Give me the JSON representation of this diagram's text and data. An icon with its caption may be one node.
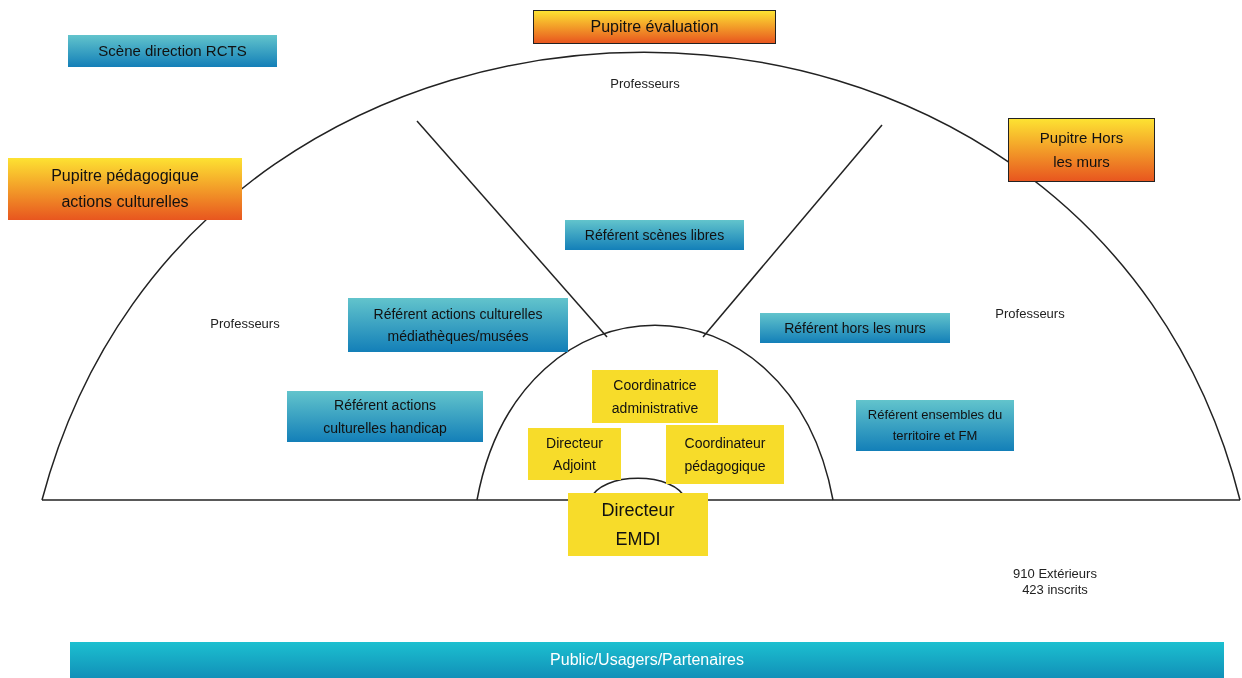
{
  "diagram": {
    "nodes": [
      {
        "text": [
          "Pupitre évaluation"
        ]
      },
      {
        "text": [
          "Scène direction RCTS"
        ]
      },
      {
        "text": [
          "Pupitre Hors les murs"
        ]
      },
      {
        "text": [
          "Pupitre pédagogique actions culturelles"
        ]
      },
      {
        "text": [
          "Référent scènes libres"
        ]
      },
      {
        "text": [
          "Référent actions culturelles médiathèques/musées"
        ]
      },
      {
        "text": [
          "Référent hors les murs"
        ]
      },
      {
        "text": [
          "Coordinatrice administrative"
        ]
      },
      {
        "text": [
          "Référent actions culturelles handicap"
        ]
      },
      {
        "text": [
          "Référent ensembles du territoire et FM"
        ]
      },
      {
        "text": [
          "Directeur Adjoint"
        ]
      },
      {
        "text": [
          "Coordinateur pédagogique"
        ]
      },
      {
        "text": [
          "Directeur EMDI"
        ]
      },
      {
        "text": [
          "Public/Usagers/Partenaires"
        ]
      }
    ],
    "labels": [
      "Professeurs",
      "Professeurs",
      "Professeurs",
      "910 Extérieurs 423 inscrits"
    ]
  }
}
